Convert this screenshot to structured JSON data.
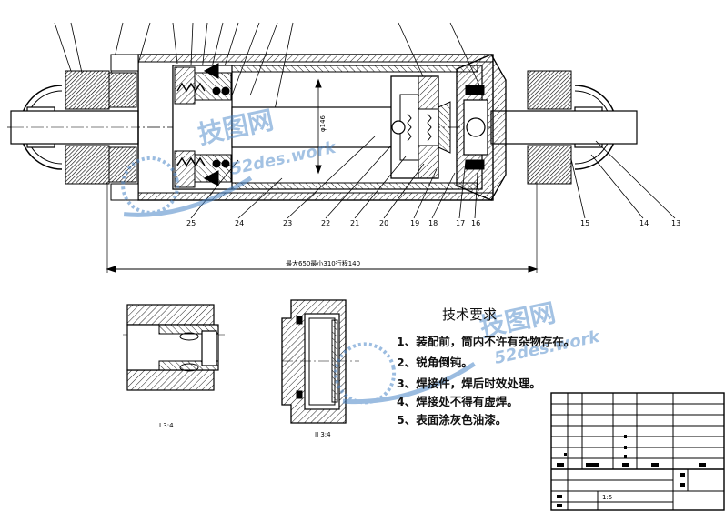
{
  "drawing": {
    "dimension_text": "最大650最小310行程140",
    "diameter_label": "φ146",
    "part_numbers": [
      "25",
      "24",
      "23",
      "22",
      "21",
      "20",
      "19",
      "18",
      "17",
      "16",
      "15",
      "14",
      "13"
    ],
    "views": {
      "view_one": "I 3:4",
      "view_two": "II 3:4"
    },
    "tech_requirements": {
      "title": "技术要求",
      "items": [
        "1、装配前，筒内不许有杂物存在。",
        "2、锐角倒钝。",
        "3、焊接件，焊后时效处理。",
        "4、焊接处不得有虚焊。",
        "5、表面涂灰色油漆。"
      ]
    },
    "watermark": {
      "brand": "技图网",
      "url": "52des.work"
    },
    "title_block": {
      "scale": "1:5"
    }
  },
  "colors": {
    "line": "#000000",
    "hatch": "#222222",
    "watermark": "#4a86c8"
  }
}
